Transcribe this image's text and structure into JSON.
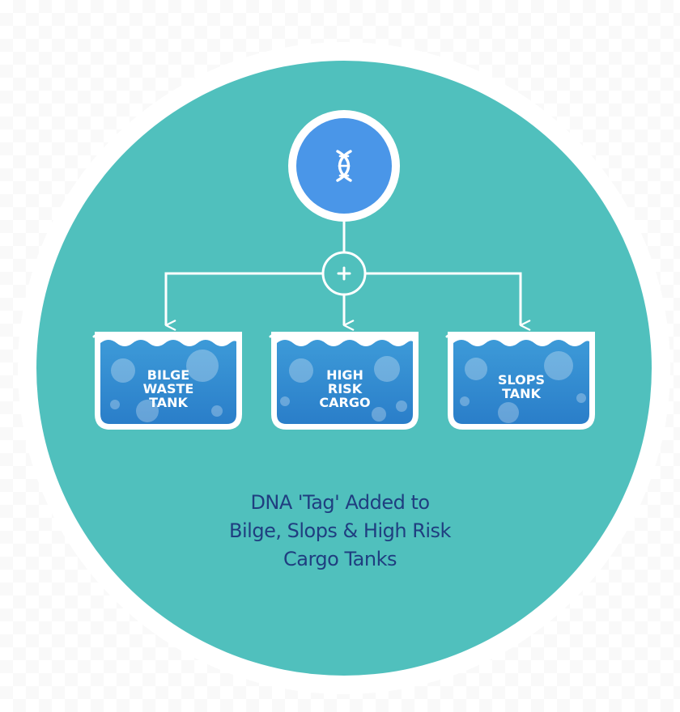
{
  "tanks": [
    {
      "id": "bilge",
      "lines": [
        "BILGE",
        "WASTE",
        "TANK"
      ]
    },
    {
      "id": "cargo",
      "lines": [
        "HIGH",
        "RISK",
        "CARGO"
      ]
    },
    {
      "id": "slops",
      "lines": [
        "SLOPS",
        "TANK"
      ]
    }
  ],
  "caption": {
    "line1": "DNA 'Tag' Added to",
    "line2": "Bilge, Slops & High Risk",
    "line3": "Cargo Tanks"
  },
  "icons": {
    "source": "dna-icon",
    "junction": "plus-icon",
    "bubble": "dna-bubble-icon"
  },
  "colors": {
    "circle_fill": "#50c0bd",
    "ring": "#ffffff",
    "source_fill": "#4a96e8",
    "tank_fill": "#2a7ec9",
    "tank_fill_light": "#3d9ad8",
    "caption_text": "#1f3e80",
    "connector": "#ffffff"
  }
}
